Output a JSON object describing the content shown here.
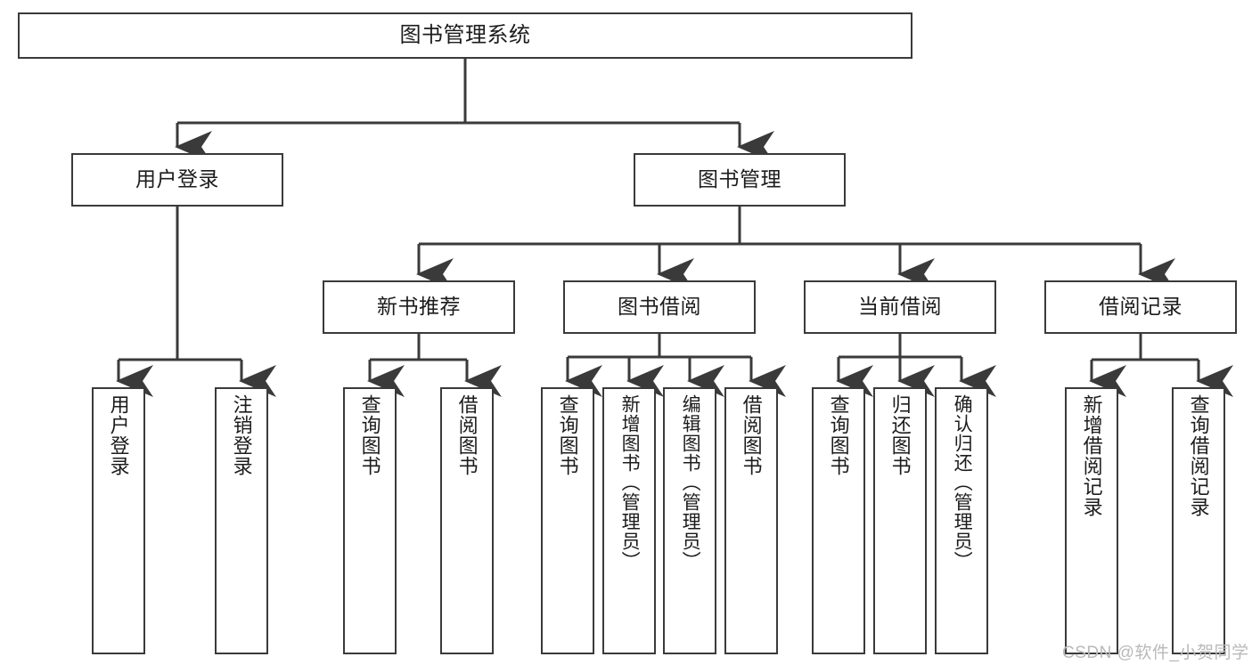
{
  "diagram": {
    "type": "tree-hierarchy",
    "title": "图书管理系统",
    "colors": {
      "stroke": "#3a3a3a",
      "fill": "#ffffff",
      "text": "#1c1c1c",
      "watermark": "#b9b9b9"
    },
    "root": {
      "label": "图书管理系统"
    },
    "level1": [
      {
        "label": "用户登录"
      },
      {
        "label": "图书管理"
      }
    ],
    "level2": [
      {
        "label": "新书推荐"
      },
      {
        "label": "图书借阅"
      },
      {
        "label": "当前借阅"
      },
      {
        "label": "借阅记录"
      }
    ],
    "leaves": {
      "user_login": [
        {
          "label": "用户登录"
        },
        {
          "label": "注销登录"
        }
      ],
      "new_book_recommend": [
        {
          "label": "查询图书"
        },
        {
          "label": "借阅图书"
        }
      ],
      "book_borrow": [
        {
          "label": "查询图书"
        },
        {
          "label": "新增图书（管理员）"
        },
        {
          "label": "编辑图书（管理员）"
        },
        {
          "label": "借阅图书"
        }
      ],
      "current_borrow": [
        {
          "label": "查询图书"
        },
        {
          "label": "归还图书"
        },
        {
          "label": "确认归还（管理员）"
        }
      ],
      "borrow_record": [
        {
          "label": "新增借阅记录"
        },
        {
          "label": "查询借阅记录"
        }
      ]
    }
  },
  "watermark": {
    "text": "CSDN @软件_小贺同学"
  }
}
